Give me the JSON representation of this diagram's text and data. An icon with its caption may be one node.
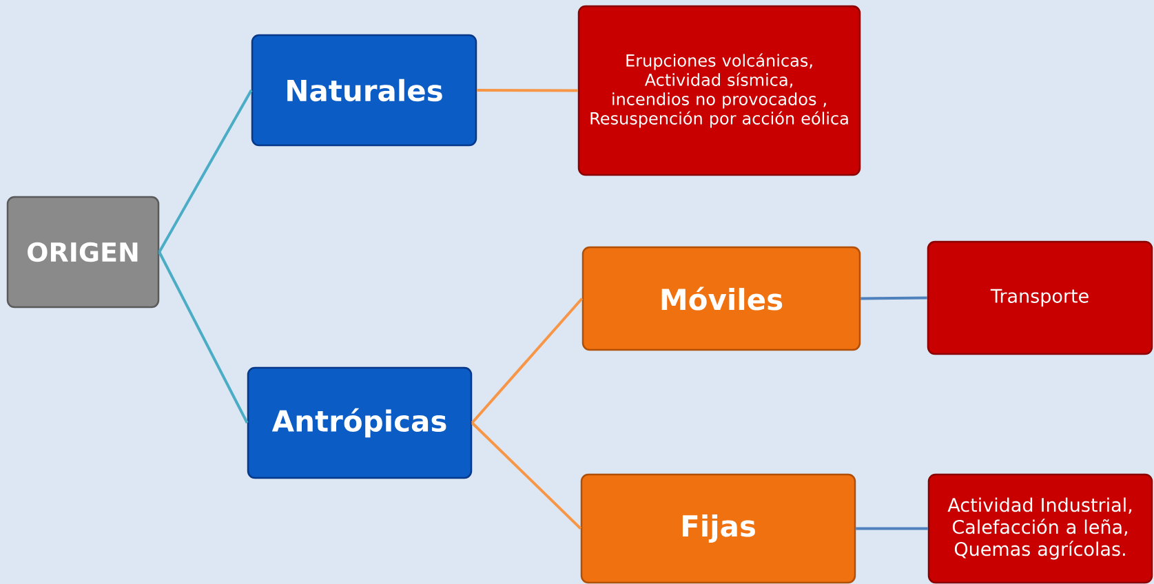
{
  "diagram": {
    "nodes": [
      {
        "text": [
          "ORIGEN"
        ]
      },
      {
        "text": [
          "Naturales"
        ]
      },
      {
        "text": [
          "Erupciones volcánicas, Actividad sísmica, incendios no provocados , Resuspención por acción eólica"
        ]
      },
      {
        "text": [
          "Antrópicas"
        ]
      },
      {
        "text": [
          "Móviles"
        ]
      },
      {
        "text": [
          "Transporte"
        ]
      },
      {
        "text": [
          "Fijas"
        ]
      },
      {
        "text": [
          "Actividad Industrial, Calefacción a leña, Quemas agrícolas."
        ]
      }
    ],
    "edges": [
      {
        "from": 0,
        "to": 1,
        "arrow": "none",
        "color": "#4bacc6"
      },
      {
        "from": 0,
        "to": 3,
        "arrow": "none",
        "color": "#4bacc6"
      },
      {
        "from": 1,
        "to": 2,
        "arrow": "none",
        "color": "#f79646"
      },
      {
        "from": 3,
        "to": 4,
        "arrow": "none",
        "color": "#f79646"
      },
      {
        "from": 3,
        "to": 6,
        "arrow": "none",
        "color": "#f79646"
      },
      {
        "from": 4,
        "to": 5,
        "arrow": "none",
        "color": "#4f81bd"
      },
      {
        "from": 6,
        "to": 7,
        "arrow": "none",
        "color": "#4f81bd"
      }
    ]
  }
}
